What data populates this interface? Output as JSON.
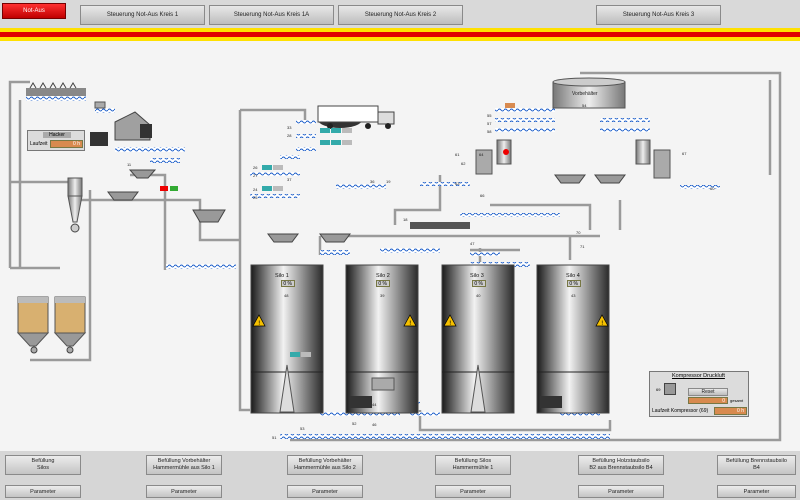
{
  "top_buttons": {
    "estop": "Not-Aus",
    "k1": "Steuerung Not-Aus Kreis 1",
    "k1a": "Steuerung Not-Aus Kreis 1A",
    "k2": "Steuerung Not-Aus Kreis 2",
    "k3": "Steuerung Not-Aus Kreis 3"
  },
  "hacker": {
    "title": "Hacker",
    "label": "Laufzeit",
    "value": "0 h"
  },
  "vorbehaelter": {
    "title": "Vorbehälter",
    "id": "54"
  },
  "silos": [
    {
      "label": "Silo 1",
      "id": "48",
      "fill": "0 %"
    },
    {
      "label": "Silo 2",
      "id": "39",
      "fill": "0 %"
    },
    {
      "label": "Silo 3",
      "id": "40",
      "fill": "0 %"
    },
    {
      "label": "Silo 4",
      "id": "43",
      "fill": "0 %"
    }
  ],
  "kompressor": {
    "title": "Kompressor Druckluft",
    "id": "69",
    "reset": "Reset",
    "gesamt_value": "0",
    "gesamt_label": "gesamt",
    "runtime_label": "Laufzeit Kompressor (69)",
    "runtime_value": "0 h"
  },
  "numbers": {
    "n51": "51",
    "n52": "52",
    "n53": "53",
    "n44": "44",
    "n46": "46",
    "n70": "70",
    "n71": "71",
    "n47": "47",
    "n18": "18",
    "n66": "66",
    "n67": "67",
    "n64": "64",
    "n61": "61",
    "n62": "62",
    "n63": "63",
    "n55": "55",
    "n57": "57",
    "n58": "58",
    "n60": "60",
    "n33": "33",
    "n28": "28",
    "n26": "26",
    "n27": "27",
    "n24": "24",
    "n25": "25",
    "n37": "37",
    "n36": "36",
    "n19": "19",
    "n11": "11"
  },
  "bottom_buttons": [
    {
      "line1": "Befüllung",
      "line2": "Silos",
      "param": "Parameter"
    },
    {
      "line1": "Befüllung Vorbehälter",
      "line2": "Hammermühle aus Silo 1",
      "param": "Parameter"
    },
    {
      "line1": "Befüllung Vorbehälter",
      "line2": "Hammermühle aus Silo 2",
      "param": "Parameter"
    },
    {
      "line1": "Befüllung Silos",
      "line2": "Hammermühle 1",
      "param": "Parameter"
    },
    {
      "line1": "Befüllung Holzstaubsilo",
      "line2": "B2 aus Brennstaubsilo B4",
      "param": "Parameter"
    },
    {
      "line1": "Befüllung Brennstaubsilo",
      "line2": "B4",
      "param": "Parameter"
    }
  ],
  "colors": {
    "accent_red": "#e00000",
    "accent_yellow": "#ffe000",
    "conveyor_blue": "#1a5cc8",
    "value_orange": "#d88a4f"
  }
}
